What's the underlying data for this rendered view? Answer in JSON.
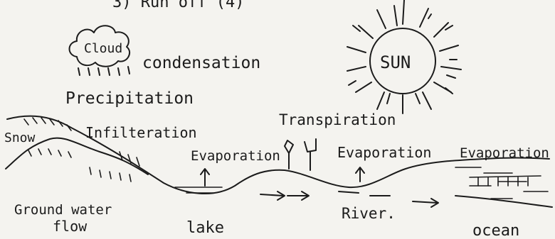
{
  "labels": {
    "top_partial": "3) Run off (4)",
    "cloud": "Cloud",
    "condensation": "condensation",
    "precipitation": "Precipitation",
    "sun": "SUN",
    "transpiration": "Transpiration",
    "snow": "Snow",
    "infiltration": "Infilteration",
    "evaporation_lake": "Evaporation",
    "evaporation_river": "Evaporation",
    "evaporation_ocean": "Evaporation",
    "groundwater_line1": "Ground water",
    "groundwater_line2": "flow",
    "lake": "lake",
    "river": "River.",
    "ocean": "ocean"
  },
  "colors": {
    "ink": "#1b1b1b",
    "paper": "#f4f3ef"
  },
  "icons": {
    "cloud": "cloud-icon",
    "sun": "sun-icon",
    "plants": "plant-icon",
    "arrows": "flow-arrow-icon"
  }
}
